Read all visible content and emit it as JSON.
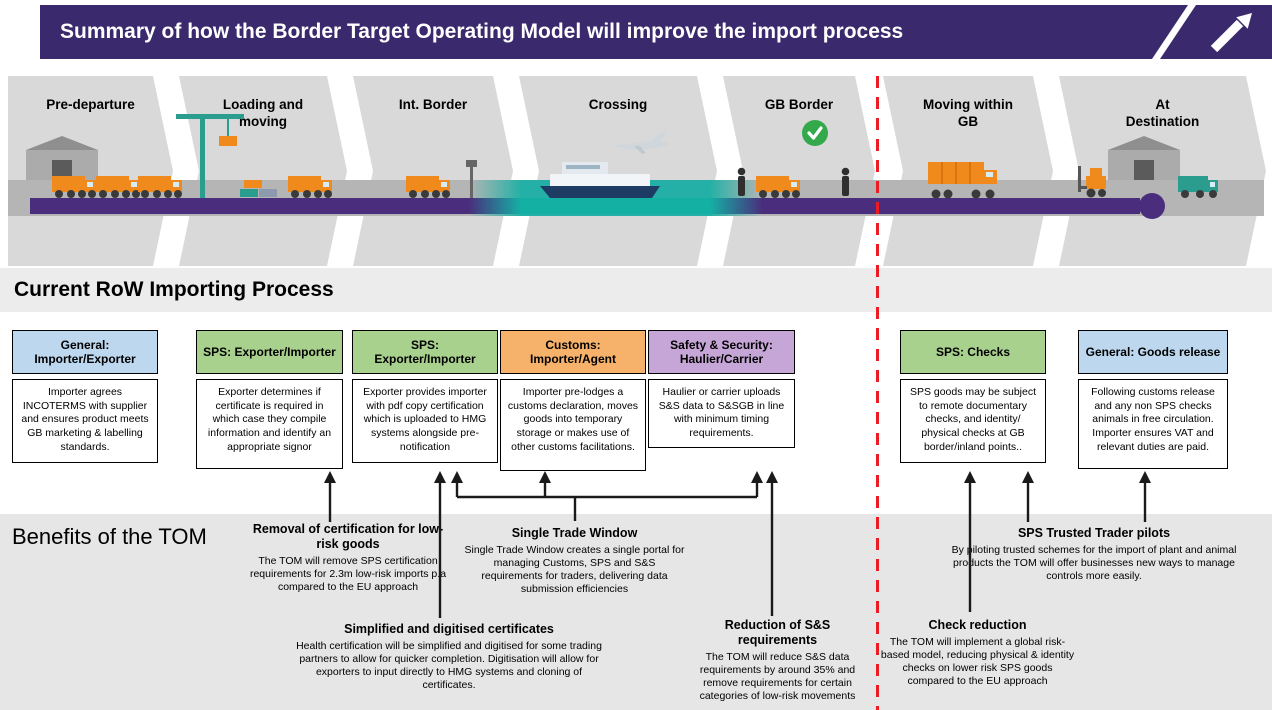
{
  "colors": {
    "header_bg": "#3a2a6d",
    "chevron": "#d9d9d9",
    "blue": "#bdd7ee",
    "green": "#a9d18e",
    "orange": "#f6b26b",
    "purple": "#c6a5d7",
    "timeline_purple": "#4a2d7d",
    "teal": "#14b0a4",
    "divider_red": "#ed1c24",
    "section_band": "#ececec",
    "benefits_bg": "#e6e6e6"
  },
  "header": {
    "title": "Summary of how the Border Target Operating Model will improve the import process"
  },
  "timeline": {
    "stages": [
      {
        "label": "Pre-departure"
      },
      {
        "label": "Loading and moving"
      },
      {
        "label": "Int. Border"
      },
      {
        "label": "Crossing"
      },
      {
        "label": "GB Border"
      },
      {
        "label": "Moving within GB"
      },
      {
        "label": "At Destination"
      }
    ]
  },
  "current_process": {
    "heading": "Current RoW Importing Process"
  },
  "process_boxes": [
    {
      "header": "General: Importer/Exporter",
      "color": "blue",
      "body": "Importer agrees INCOTERMS with supplier and ensures product meets GB marketing & labelling standards."
    },
    {
      "header": "SPS: Exporter/Importer",
      "color": "green",
      "body": "Exporter determines if certificate is required in which case they compile information and identify an appropriate signor"
    },
    {
      "header": "SPS: Exporter/Importer",
      "color": "green",
      "body": "Exporter provides importer with pdf copy certification which is uploaded to HMG systems alongside pre-notification"
    },
    {
      "header": "Customs: Importer/Agent",
      "color": "orange",
      "body": "Importer pre-lodges a customs declaration, moves goods into temporary storage or makes use of other customs facilitations."
    },
    {
      "header": "Safety & Security: Haulier/Carrier",
      "color": "purple",
      "body": "Haulier or carrier uploads S&S data to S&SGB in line with minimum timing requirements."
    },
    {
      "header": "SPS: Checks",
      "color": "green",
      "body": "SPS goods may be subject to remote documentary checks, and identity/ physical checks at GB border/inland points.."
    },
    {
      "header": "General: Goods release",
      "color": "blue",
      "body": "Following customs release and any non SPS checks animals in free circulation. Importer ensures VAT and relevant duties are paid."
    }
  ],
  "benefits": {
    "heading": "Benefits of the TOM",
    "items": [
      {
        "title": "Removal of certification for low-risk goods",
        "body": "The TOM will remove SPS certification requirements for 2.3m low-risk imports p.a compared to the EU approach"
      },
      {
        "title": "Single Trade Window",
        "body": "Single Trade Window creates a single portal for managing Customs, SPS and S&S requirements for traders, delivering data submission efficiencies"
      },
      {
        "title": "Simplified and digitised certificates",
        "body": "Health certification will be simplified and digitised for some trading partners to allow for quicker completion. Digitisation will allow for exporters to input directly to HMG systems and cloning of certificates."
      },
      {
        "title": "Reduction of S&S requirements",
        "body": "The TOM will reduce S&S data requirements by around 35% and remove requirements for certain categories of low-risk movements"
      },
      {
        "title": "SPS Trusted Trader pilots",
        "body": "By piloting trusted schemes for the import of plant and animal products the TOM will offer businesses new ways to manage controls more easily."
      },
      {
        "title": "Check reduction",
        "body": "The TOM will implement a global risk-based model, reducing physical & identity checks on lower risk SPS goods compared to the EU approach"
      }
    ]
  }
}
